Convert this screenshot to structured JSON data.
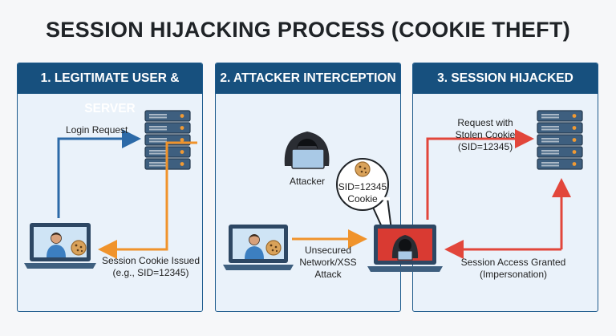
{
  "title": "SESSION HIJACKING PROCESS (COOKIE THEFT)",
  "panels": [
    {
      "header": "1. LEGITIMATE USER & SERVER",
      "login_request": "Login Request",
      "cookie_issued_line1": "Session Cookie Issued",
      "cookie_issued_line2": "(e.g., SID=12345)"
    },
    {
      "header": "2. ATTACKER INTERCEPTION",
      "attacker": "Attacker",
      "stolen_cookie_line1": "SID=12345",
      "stolen_cookie_line2": "Cookie",
      "attack_line1": "Unsecured",
      "attack_line2": "Network/XSS",
      "attack_line3": "Attack"
    },
    {
      "header": "3. SESSION HIJACKED",
      "request_line1": "Request with",
      "request_line2": "Stolen Cookie",
      "request_line3": "(SID=12345)",
      "access_line1": "Session Access Granted",
      "access_line2": "(Impersonation)"
    }
  ],
  "colors": {
    "header_bg": "#17507e",
    "panel_bg": "#eaf2fa",
    "blue_arrow": "#2c6aa8",
    "orange_arrow": "#f0932b",
    "red_arrow": "#e2463b",
    "attacker_screen": "#d93a32"
  },
  "icons": [
    "server-icon",
    "laptop-user-icon",
    "cookie-icon",
    "hooded-attacker-icon",
    "speech-bubble"
  ]
}
